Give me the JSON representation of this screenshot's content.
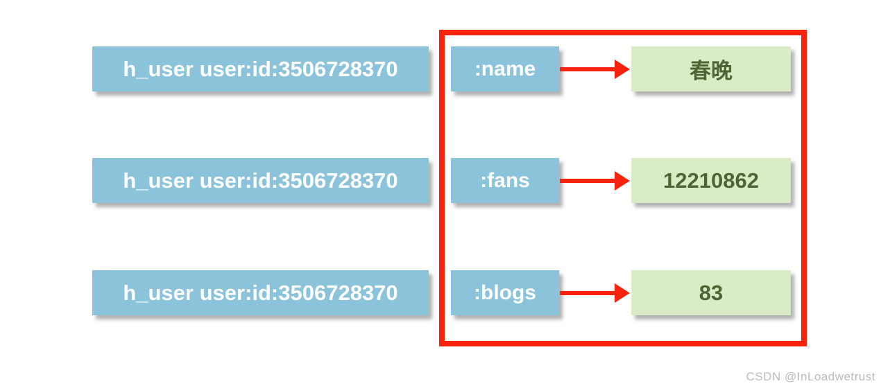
{
  "diagram": {
    "rows": [
      {
        "key": "h_user user:id:3506728370",
        "field": ":name",
        "value": "春晚"
      },
      {
        "key": "h_user user:id:3506728370",
        "field": ":fans",
        "value": "12210862"
      },
      {
        "key": "h_user user:id:3506728370",
        "field": ":blogs",
        "value": "83"
      }
    ],
    "watermark": "CSDN @InLoadwetrust",
    "colors": {
      "key_box": "#8ac3da",
      "value_box": "#d9ecc5",
      "value_text": "#4f6433",
      "arrow": "#f8230f",
      "frame": "#f8230f"
    }
  }
}
